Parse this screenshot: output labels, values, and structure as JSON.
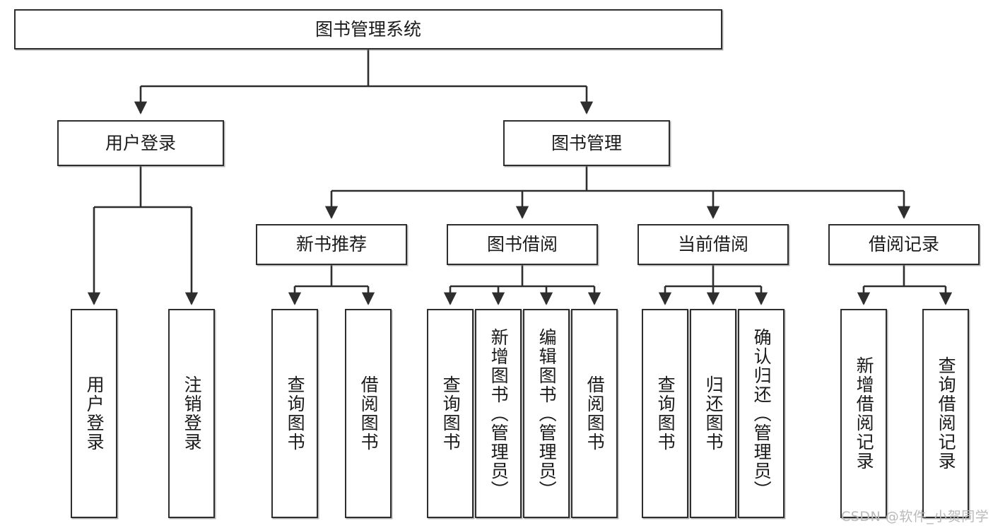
{
  "diagram": {
    "title": "图书管理系统",
    "type": "hierarchy-tree",
    "root": {
      "label": "图书管理系统"
    },
    "level2": [
      {
        "label": "用户登录"
      },
      {
        "label": "图书管理"
      }
    ],
    "level3": [
      {
        "label": "新书推荐"
      },
      {
        "label": "图书借阅"
      },
      {
        "label": "当前借阅"
      },
      {
        "label": "借阅记录"
      }
    ],
    "leaves": {
      "user_login": [
        {
          "label": "用户登录"
        },
        {
          "label": "注销登录"
        }
      ],
      "new_book_recommend": [
        {
          "label": "查询图书"
        },
        {
          "label": "借阅图书"
        }
      ],
      "book_borrow": [
        {
          "label": "查询图书"
        },
        {
          "label": "新增图书（管理员）"
        },
        {
          "label": "编辑图书（管理员）"
        },
        {
          "label": "借阅图书"
        }
      ],
      "current_borrow": [
        {
          "label": "查询图书"
        },
        {
          "label": "归还图书"
        },
        {
          "label": "确认归还（管理员）"
        }
      ],
      "borrow_record": [
        {
          "label": "新增借阅记录"
        },
        {
          "label": "查询借阅记录"
        }
      ]
    },
    "colors": {
      "stroke": "#2e2e2e",
      "fill": "#ffffff",
      "text": "#1b1b1b",
      "watermark": "#b9b9b9"
    }
  },
  "watermark": {
    "text": "CSDN @软件_小贺同学"
  }
}
